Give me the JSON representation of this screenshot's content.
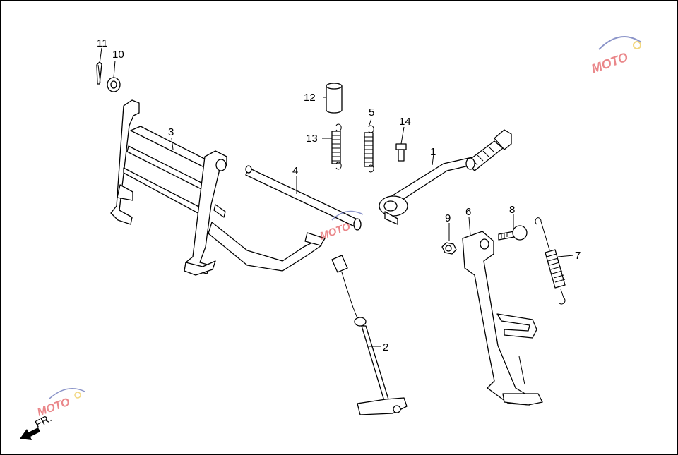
{
  "parts": [
    {
      "id": "1",
      "label": "1"
    },
    {
      "id": "2",
      "label": "2"
    },
    {
      "id": "3",
      "label": "3"
    },
    {
      "id": "4",
      "label": "4"
    },
    {
      "id": "5",
      "label": "5"
    },
    {
      "id": "6",
      "label": "6"
    },
    {
      "id": "7",
      "label": "7"
    },
    {
      "id": "8",
      "label": "8"
    },
    {
      "id": "9",
      "label": "9"
    },
    {
      "id": "10",
      "label": "10"
    },
    {
      "id": "11",
      "label": "11"
    },
    {
      "id": "12",
      "label": "12"
    },
    {
      "id": "13",
      "label": "13"
    },
    {
      "id": "14",
      "label": "14"
    }
  ],
  "direction_marker": {
    "label": "FR."
  },
  "watermark": {
    "label": "MOTO",
    "colors": {
      "red": "#d9262c",
      "blue": "#2f3f9e",
      "yellow": "#e8b81a"
    }
  }
}
